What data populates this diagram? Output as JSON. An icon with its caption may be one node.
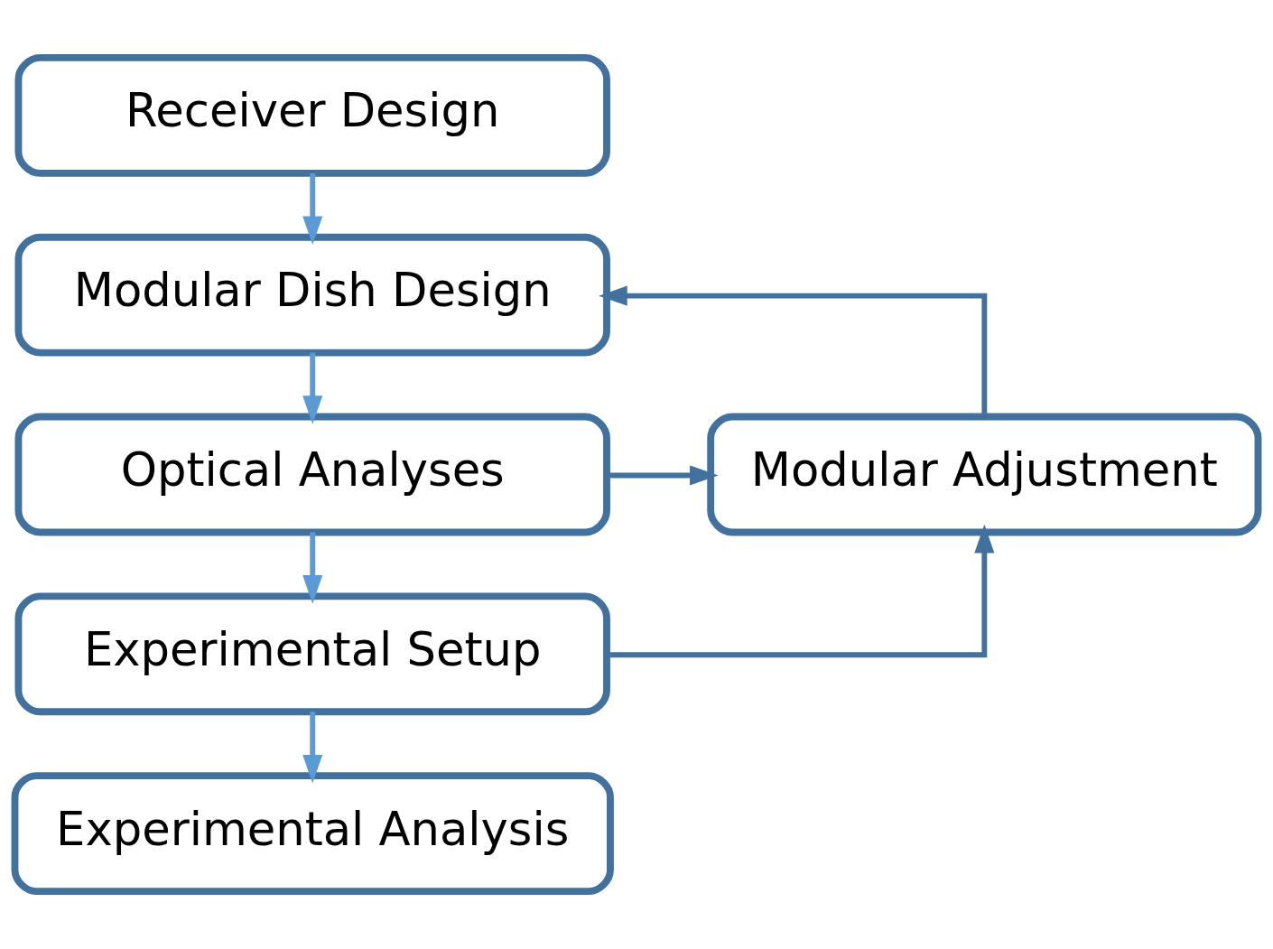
{
  "diagram": {
    "nodes": [
      {
        "text": [
          "Receiver Design"
        ]
      },
      {
        "text": [
          "Modular Dish Design"
        ]
      },
      {
        "text": [
          "Optical Analyses"
        ]
      },
      {
        "text": [
          "Experimental Setup"
        ]
      },
      {
        "text": [
          "Experimental Analysis"
        ]
      },
      {
        "text": [
          "Modular Adjustment"
        ]
      }
    ],
    "edges": [
      {
        "from": 0,
        "to": 1,
        "arrow": "to"
      },
      {
        "from": 1,
        "to": 2,
        "arrow": "to"
      },
      {
        "from": 2,
        "to": 3,
        "arrow": "to"
      },
      {
        "from": 3,
        "to": 4,
        "arrow": "to"
      },
      {
        "from": 2,
        "to": 5,
        "arrow": "to",
        "color": "#41719c"
      },
      {
        "from": 3,
        "to": 5,
        "arrow": "to",
        "color": "#41719c"
      },
      {
        "from": 5,
        "to": 1,
        "arrow": "to",
        "color": "#41719c"
      }
    ]
  }
}
